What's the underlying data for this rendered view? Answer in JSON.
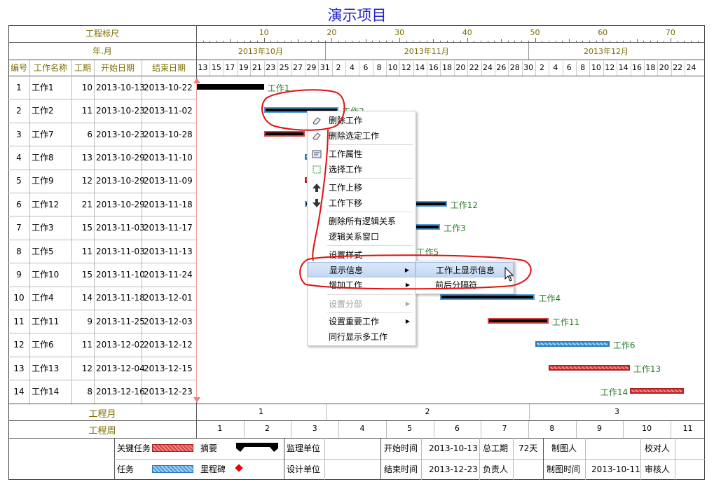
{
  "title": "演示项目",
  "header": {
    "ruler_label": "工程标尺",
    "ruler_ticks": [
      "10",
      "20",
      "30",
      "40",
      "50",
      "60",
      "70"
    ],
    "month_label": "年.月",
    "months": [
      "2013年10月",
      "2013年11月",
      "2013年12月"
    ],
    "columns": {
      "id": "编号",
      "name": "工作名称",
      "duration": "工期",
      "start": "开始日期",
      "end": "结束日期"
    },
    "days": [
      "13",
      "15",
      "17",
      "19",
      "21",
      "23",
      "25",
      "27",
      "29",
      "31",
      "2",
      "4",
      "6",
      "8",
      "10",
      "12",
      "14",
      "16",
      "18",
      "20",
      "22",
      "24",
      "26",
      "28",
      "30",
      "2",
      "4",
      "6",
      "8",
      "10",
      "12",
      "14",
      "16",
      "18",
      "20",
      "22",
      "24"
    ]
  },
  "tasks": [
    {
      "id": "1",
      "name": "工作1",
      "duration": "10",
      "start": "2013-10-13",
      "end": "2013-10-22",
      "label": "工作1"
    },
    {
      "id": "2",
      "name": "工作2",
      "duration": "11",
      "start": "2013-10-23",
      "end": "2013-11-02",
      "label": "工作2"
    },
    {
      "id": "3",
      "name": "工作7",
      "duration": "6",
      "start": "2013-10-23",
      "end": "2013-10-28",
      "label": ""
    },
    {
      "id": "4",
      "name": "工作8",
      "duration": "13",
      "start": "2013-10-29",
      "end": "2013-11-10",
      "label": ""
    },
    {
      "id": "5",
      "name": "工作9",
      "duration": "12",
      "start": "2013-10-29",
      "end": "2013-11-09",
      "label": ""
    },
    {
      "id": "6",
      "name": "工作12",
      "duration": "21",
      "start": "2013-10-29",
      "end": "2013-11-18",
      "label": "工作12"
    },
    {
      "id": "7",
      "name": "工作3",
      "duration": "15",
      "start": "2013-11-03",
      "end": "2013-11-17",
      "label": "工作3"
    },
    {
      "id": "8",
      "name": "工作5",
      "duration": "11",
      "start": "2013-11-03",
      "end": "2013-11-13",
      "label": "工作5"
    },
    {
      "id": "9",
      "name": "工作10",
      "duration": "15",
      "start": "2013-11-10",
      "end": "2013-11-24",
      "label": ""
    },
    {
      "id": "10",
      "name": "工作4",
      "duration": "14",
      "start": "2013-11-18",
      "end": "2013-12-01",
      "label": "工作4"
    },
    {
      "id": "11",
      "name": "工作11",
      "duration": "9",
      "start": "2013-11-25",
      "end": "2013-12-03",
      "label": "工作11"
    },
    {
      "id": "12",
      "name": "工作6",
      "duration": "11",
      "start": "2013-12-02",
      "end": "2013-12-12",
      "label": "工作6"
    },
    {
      "id": "13",
      "name": "工作13",
      "duration": "12",
      "start": "2013-12-04",
      "end": "2013-12-15",
      "label": "工作13"
    },
    {
      "id": "14",
      "name": "工作14",
      "duration": "8",
      "start": "2013-12-16",
      "end": "2013-12-23",
      "label": "工作14"
    }
  ],
  "footer": {
    "project_month_label": "工程月",
    "project_months": [
      "1",
      "2",
      "3"
    ],
    "project_week_label": "工程周",
    "project_weeks": [
      "1",
      "2",
      "3",
      "4",
      "5",
      "6",
      "7",
      "8",
      "9",
      "10",
      "11"
    ]
  },
  "legend": {
    "critical": "关键任务",
    "summary": "摘要",
    "task": "任务",
    "milestone": "里程碑",
    "supervisor": "监理单位",
    "designer": "设计单位",
    "start_time_label": "开始时间",
    "start_time": "2013-10-13",
    "end_time_label": "结束时间",
    "end_time": "2013-12-23",
    "total_duration_label": "总工期",
    "total_duration": "72天",
    "owner_label": "负责人",
    "drawer_label": "制图人",
    "draw_time_label": "制图时间",
    "draw_time": "2013-10-11",
    "checker_label": "校对人",
    "reviewer_label": "审核人"
  },
  "context_menu": {
    "items": [
      {
        "label": "删除工作"
      },
      {
        "label": "删除选定工作"
      },
      {
        "label": "工作属性"
      },
      {
        "label": "选择工作"
      },
      {
        "label": "工作上移"
      },
      {
        "label": "工作下移"
      },
      {
        "label": "删除所有逻辑关系"
      },
      {
        "label": "逻辑关系窗口"
      },
      {
        "label": "设置样式"
      },
      {
        "label": "显示信息"
      },
      {
        "label": "增加工作"
      },
      {
        "label": "设置分部"
      },
      {
        "label": "设置重要工作"
      },
      {
        "label": "同行显示多工作"
      }
    ],
    "submenu": [
      {
        "label": "工作上显示信息"
      },
      {
        "label": "前后分隔符"
      }
    ]
  },
  "colors": {
    "title": "#2323c8",
    "critical": "#d94040",
    "task": "#4a9ad8",
    "summary": "#000000",
    "milestone": "#ee0000",
    "label": "#2a7a2a",
    "annotation": "#e01010"
  }
}
